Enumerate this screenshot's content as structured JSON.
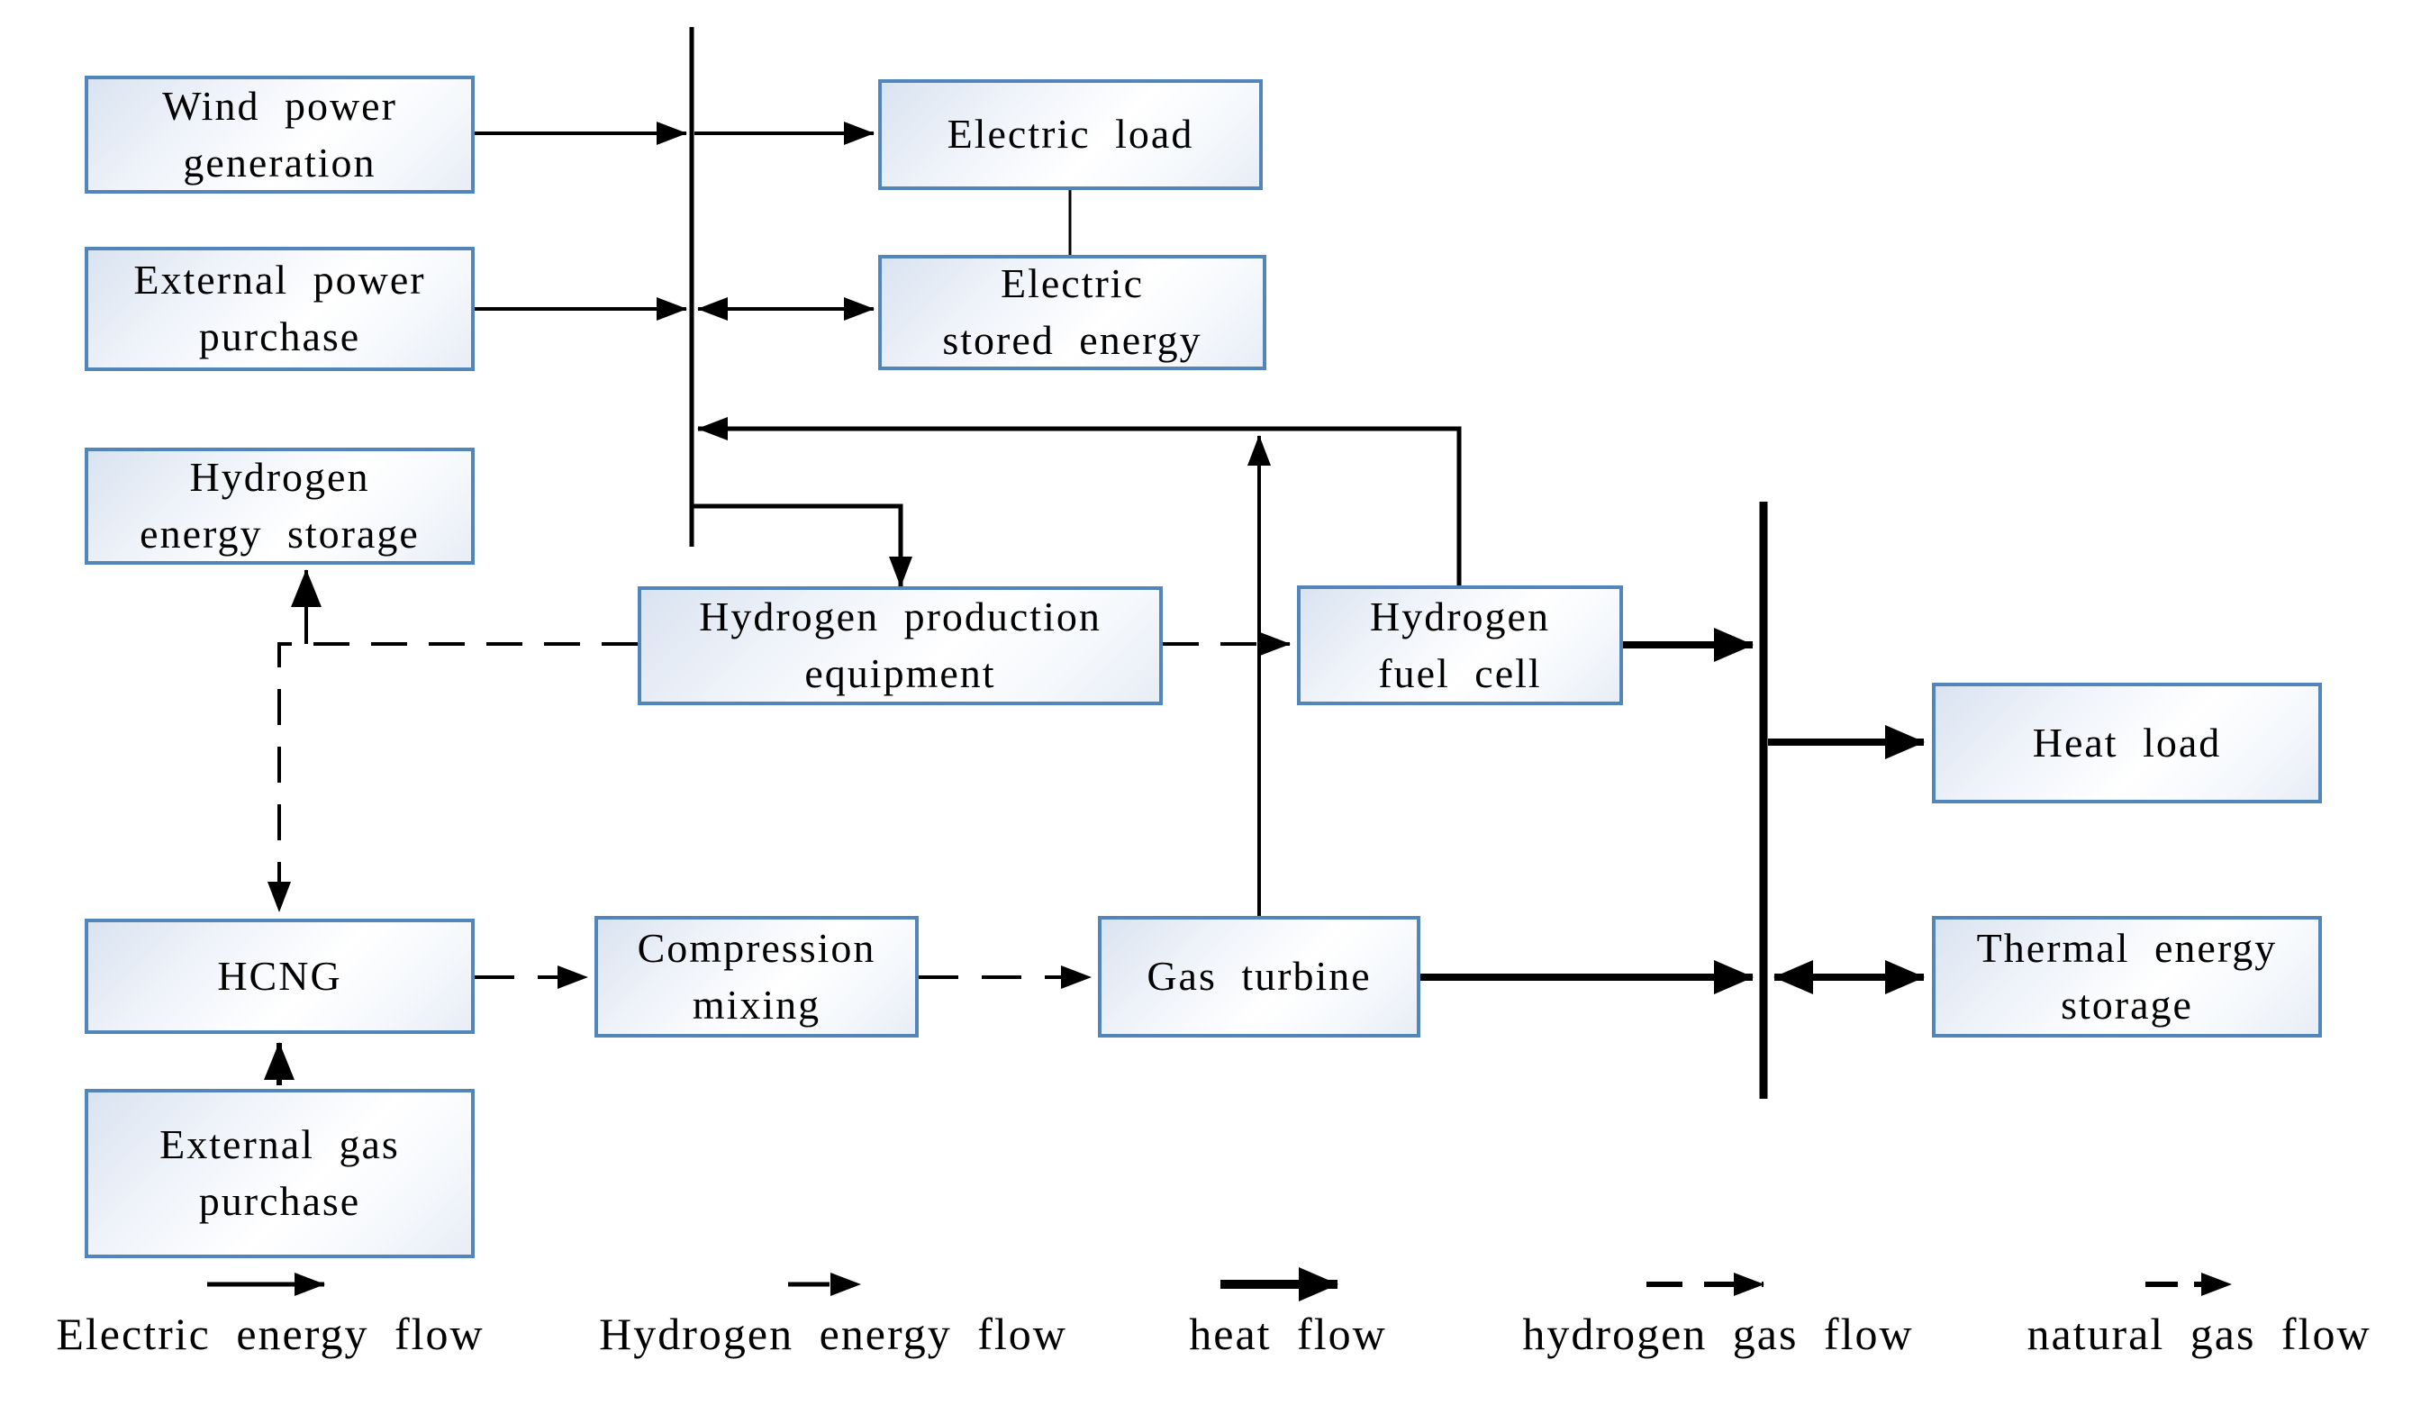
{
  "nodes": {
    "wind_power": {
      "label": "Wind power\ngeneration"
    },
    "external_power": {
      "label": "External power\npurchase"
    },
    "hydrogen_storage": {
      "label": "Hydrogen\nenergy storage"
    },
    "electric_load": {
      "label": "Electric load"
    },
    "electric_storage": {
      "label": "Electric\nstored energy"
    },
    "hydrogen_production": {
      "label": "Hydrogen production\nequipment"
    },
    "hydrogen_fuel_cell": {
      "label": "Hydrogen\nfuel cell"
    },
    "heat_load": {
      "label": "Heat load"
    },
    "hcng": {
      "label": "HCNG"
    },
    "compression_mixing": {
      "label": "Compression\nmixing"
    },
    "gas_turbine": {
      "label": "Gas turbine"
    },
    "thermal_storage": {
      "label": "Thermal energy\nstorage"
    },
    "external_gas": {
      "label": "External gas\npurchase"
    }
  },
  "legend": [
    {
      "label": "Electric energy flow",
      "style": "thin-solid-arrow"
    },
    {
      "label": "Hydrogen energy flow",
      "style": "thin-dash-arrow"
    },
    {
      "label": "heat flow",
      "style": "thick-solid-arrow"
    },
    {
      "label": "hydrogen gas flow",
      "style": "dashed-arrow"
    },
    {
      "label": "natural gas flow",
      "style": "dash-dot-arrow"
    }
  ],
  "edges": [
    {
      "from": "wind_power",
      "to": "electric-bus",
      "type": "electric"
    },
    {
      "from": "electric-bus",
      "to": "electric_load",
      "type": "electric"
    },
    {
      "from": "external_power",
      "to": "electric-bus",
      "type": "electric"
    },
    {
      "from": "electric-bus",
      "to": "electric_storage",
      "type": "electric-bidirectional"
    },
    {
      "from": "electric_load",
      "to": "electric_storage",
      "type": "plain-link"
    },
    {
      "from": "electric-bus",
      "to": "hydrogen_production",
      "type": "electric"
    },
    {
      "from": "hydrogen_fuel_cell",
      "to": "electric-bus",
      "type": "electric"
    },
    {
      "from": "gas_turbine",
      "to": "electric-bus",
      "type": "electric"
    },
    {
      "from": "hydrogen_production",
      "to": "hydrogen_storage",
      "type": "hydrogen"
    },
    {
      "from": "hydrogen_production",
      "to": "hcng",
      "type": "hydrogen-gas"
    },
    {
      "from": "hydrogen_production",
      "to": "hydrogen_fuel_cell",
      "type": "hydrogen-gas"
    },
    {
      "from": "external_gas",
      "to": "hcng",
      "type": "gas"
    },
    {
      "from": "hcng",
      "to": "compression_mixing",
      "type": "hydrogen-gas"
    },
    {
      "from": "compression_mixing",
      "to": "gas_turbine",
      "type": "hydrogen-gas"
    },
    {
      "from": "hydrogen_fuel_cell",
      "to": "heat-bus",
      "type": "heat"
    },
    {
      "from": "gas_turbine",
      "to": "heat-bus",
      "type": "heat"
    },
    {
      "from": "heat-bus",
      "to": "heat_load",
      "type": "heat"
    },
    {
      "from": "heat-bus",
      "to": "thermal_storage",
      "type": "heat-bidirectional"
    }
  ],
  "colors": {
    "box_border": "#5286ba",
    "line": "#000000",
    "background": "#ffffff"
  }
}
